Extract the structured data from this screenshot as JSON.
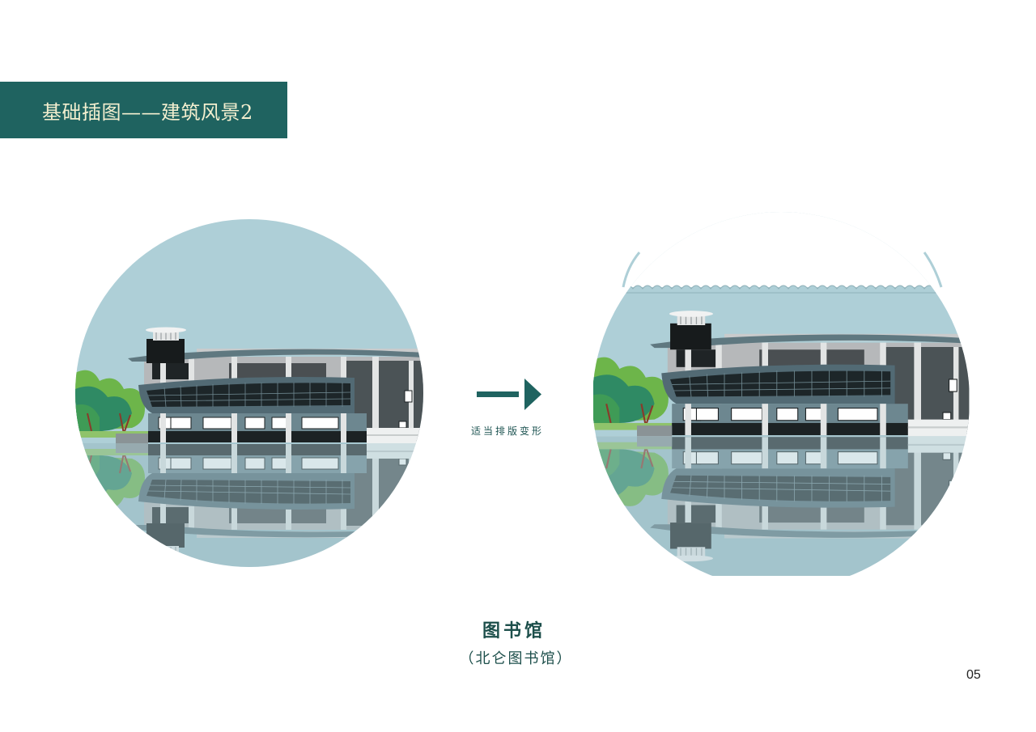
{
  "header": {
    "title": "基础插图——建筑风景2"
  },
  "transform_label": "适当排版变形",
  "caption": {
    "title": "图书馆",
    "subtitle": "（北仑图书馆）"
  },
  "page_number": "05",
  "colors": {
    "brand": "#1f6360",
    "sky": "#aecfd7",
    "building_dark": "#3d4f5a"
  }
}
